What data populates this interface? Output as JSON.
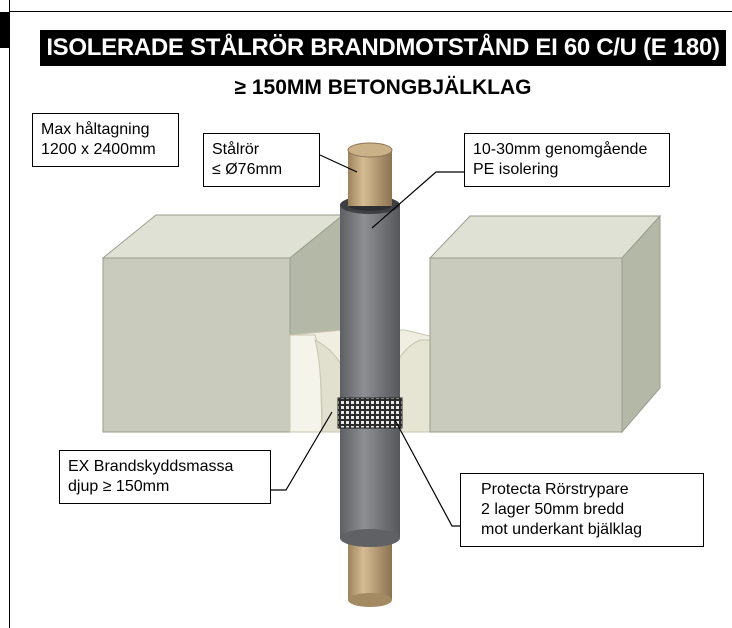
{
  "title": "ISOLERADE STÅLRÖR BRANDMOTSTÅND EI 60 C/U (E 180)",
  "subtitle": "≥ 150MM BETONGBJÄLKLAG",
  "callouts": {
    "opening": {
      "line1": "Max håltagning",
      "line2": "1200 x 2400mm"
    },
    "pipe": {
      "line1": "Stålrör",
      "line2": "≤ Ø76mm"
    },
    "insulation": {
      "line1": "10-30mm genomgående",
      "line2": "PE isolering"
    },
    "sealant": {
      "line1": "EX Brandskyddsmassa",
      "line2": "djup ≥ 150mm"
    },
    "wrap": {
      "line1": "Protecta Rörstrypare",
      "line2": "2 lager 50mm bredd",
      "line3": "mot underkant bjälklag"
    }
  },
  "colors": {
    "concrete_face": "#c9ccbd",
    "concrete_top": "#dfe1d4",
    "concrete_side": "#b4b8a6",
    "sealant": "#efeee0",
    "pipe_steel": "#c5a87e",
    "insulation": "#7d7f82"
  }
}
